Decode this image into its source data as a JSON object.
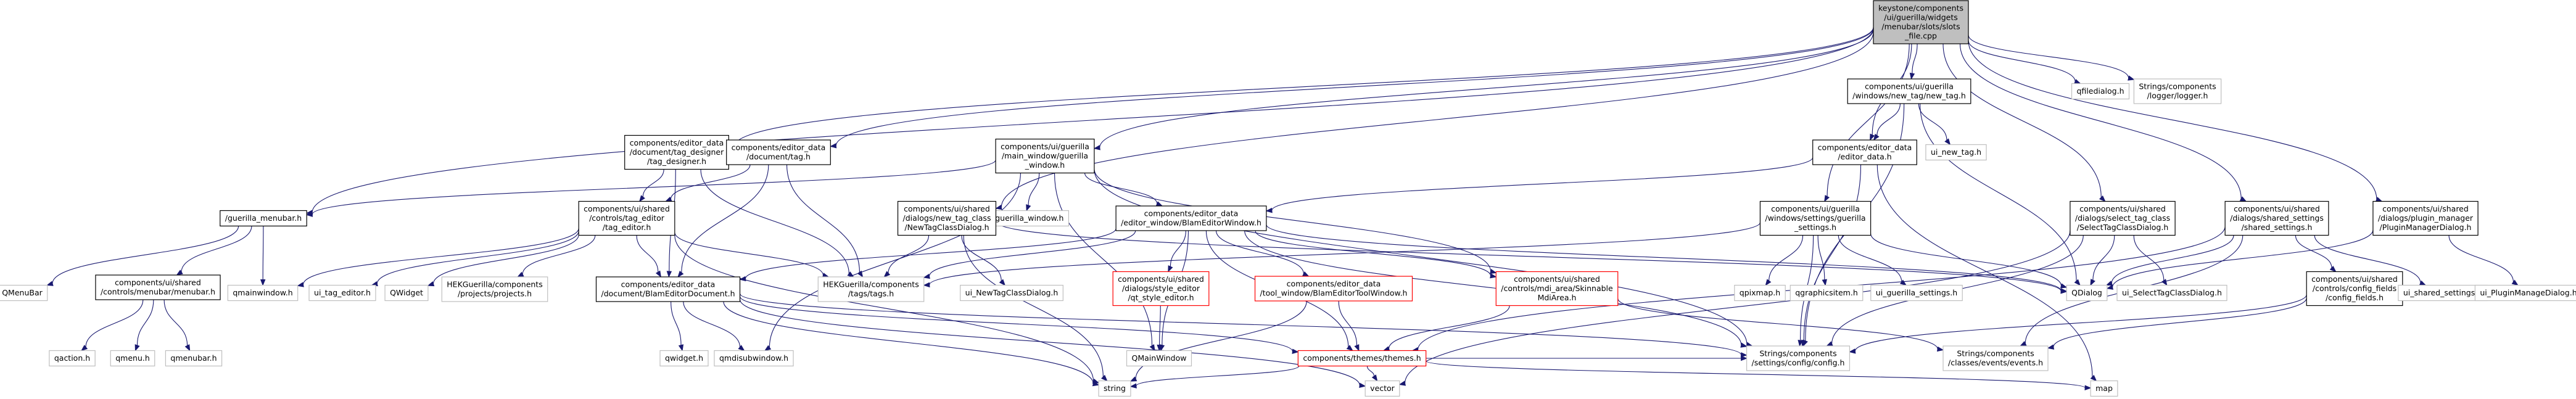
{
  "graph": {
    "colors": {
      "edge": "#191970",
      "root_fill": "#bfbfbf",
      "root_border": "#000000",
      "documented_border": "#000000",
      "undocumented_border": "#bfbfbf",
      "missing_border": "#ff0000"
    },
    "nodes": [
      {
        "id": "root",
        "style": "root",
        "lines": [
          "keystone/components",
          "/ui/guerilla/widgets",
          "/menubar/slots/slots",
          "_file.cpp"
        ]
      },
      {
        "id": "new_tag_h",
        "style": "doc",
        "lines": [
          "components/ui/guerilla",
          "/windows/new_tag/new_tag.h"
        ]
      },
      {
        "id": "qfiledialog",
        "style": "plain",
        "lines": [
          "qfiledialog.h"
        ]
      },
      {
        "id": "logger",
        "style": "plain",
        "lines": [
          "Strings/components",
          "/logger/logger.h"
        ]
      },
      {
        "id": "tag_designer",
        "style": "doc",
        "lines": [
          "components/editor_data",
          "/document/tag_designer",
          "/tag_designer.h"
        ]
      },
      {
        "id": "doc_tag",
        "style": "doc",
        "lines": [
          "components/editor_data",
          "/document/tag.h"
        ]
      },
      {
        "id": "main_window",
        "style": "doc",
        "lines": [
          "components/ui/guerilla",
          "/main_window/guerilla",
          "_window.h"
        ]
      },
      {
        "id": "editor_data_h",
        "style": "doc",
        "lines": [
          "components/editor_data",
          "/editor_data.h"
        ]
      },
      {
        "id": "ui_new_tag",
        "style": "plain",
        "lines": [
          "ui_new_tag.h"
        ]
      },
      {
        "id": "guerilla_menubar",
        "style": "doc",
        "lines": [
          "/guerilla_menubar.h"
        ]
      },
      {
        "id": "tag_editor",
        "style": "doc",
        "lines": [
          "components/ui/shared",
          "/controls/tag_editor",
          "/tag_editor.h"
        ]
      },
      {
        "id": "ui_guerilla_window",
        "style": "plain",
        "lines": [
          "ui_guerilla_window.h"
        ]
      },
      {
        "id": "new_tag_class",
        "style": "doc",
        "lines": [
          "components/ui/shared",
          "/dialogs/new_tag_class",
          "/NewTagClassDialog.h"
        ]
      },
      {
        "id": "bled_window",
        "style": "doc",
        "lines": [
          "components/editor_data",
          "/editor_window/BlamEditorWindow.h"
        ]
      },
      {
        "id": "guerilla_settings",
        "style": "doc",
        "lines": [
          "components/ui/guerilla",
          "/windows/settings/guerilla",
          "_settings.h"
        ]
      },
      {
        "id": "select_tag",
        "style": "doc",
        "lines": [
          "components/ui/shared",
          "/dialogs/select_tag_class",
          "/SelectTagClassDialog.h"
        ]
      },
      {
        "id": "shared_settings",
        "style": "doc",
        "lines": [
          "components/ui/shared",
          "/dialogs/shared_settings",
          "/shared_settings.h"
        ]
      },
      {
        "id": "plugin_manager",
        "style": "doc",
        "lines": [
          "components/ui/shared",
          "/dialogs/plugin_manager",
          "/PluginManagerDialog.h"
        ]
      },
      {
        "id": "qmenubar_lib",
        "style": "plain",
        "lines": [
          "QMenuBar"
        ]
      },
      {
        "id": "menubar_h",
        "style": "doc",
        "lines": [
          "components/ui/shared",
          "/controls/menubar/menubar.h"
        ]
      },
      {
        "id": "qmainwindow",
        "style": "plain",
        "lines": [
          "qmainwindow.h"
        ]
      },
      {
        "id": "ui_tag_editor",
        "style": "plain",
        "lines": [
          "ui_tag_editor.h"
        ]
      },
      {
        "id": "qwidget_lib",
        "style": "plain",
        "lines": [
          "QWidget"
        ]
      },
      {
        "id": "hek_projects",
        "style": "plain",
        "lines": [
          "HEKGuerilla/components",
          "/projects/projects.h"
        ]
      },
      {
        "id": "blam_doc",
        "style": "doc",
        "lines": [
          "components/editor_data",
          "/document/BlamEditorDocument.h"
        ]
      },
      {
        "id": "hek_tags",
        "style": "plain",
        "lines": [
          "HEKGuerilla/components",
          "/tags/tags.h"
        ]
      },
      {
        "id": "ui_newtagclass",
        "style": "plain",
        "lines": [
          "ui_NewTagClassDialog.h"
        ]
      },
      {
        "id": "style_editor",
        "style": "missing",
        "lines": [
          "components/ui/shared",
          "/dialogs/style_editor",
          "/qt_style_editor.h"
        ]
      },
      {
        "id": "tool_window",
        "style": "missing",
        "lines": [
          "components/editor_data",
          "/tool_window/BlamEditorToolWindow.h"
        ]
      },
      {
        "id": "mdi_area",
        "style": "missing",
        "lines": [
          "components/ui/shared",
          "/controls/mdi_area/Skinnable",
          "MdiArea.h"
        ]
      },
      {
        "id": "qpixmap",
        "style": "plain",
        "lines": [
          "qpixmap.h"
        ]
      },
      {
        "id": "qgraphicsitem",
        "style": "plain",
        "lines": [
          "qgraphicsitem.h"
        ]
      },
      {
        "id": "ui_guerilla_settings",
        "style": "plain",
        "lines": [
          "ui_guerilla_settings.h"
        ]
      },
      {
        "id": "qdialog",
        "style": "plain",
        "lines": [
          "QDialog"
        ]
      },
      {
        "id": "ui_selecttag",
        "style": "plain",
        "lines": [
          "ui_SelectTagClassDialog.h"
        ]
      },
      {
        "id": "config_fields",
        "style": "doc",
        "lines": [
          "components/ui/shared",
          "/controls/config_fields",
          "/config_fields.h"
        ]
      },
      {
        "id": "ui_shared_settings",
        "style": "plain",
        "lines": [
          "ui_shared_settings.h"
        ]
      },
      {
        "id": "ui_pluginmanager",
        "style": "plain",
        "lines": [
          "ui_PluginManageDialog.h"
        ]
      },
      {
        "id": "qaction",
        "style": "plain",
        "lines": [
          "qaction.h"
        ]
      },
      {
        "id": "qmenu",
        "style": "plain",
        "lines": [
          "qmenu.h"
        ]
      },
      {
        "id": "qmenubar_h",
        "style": "plain",
        "lines": [
          "qmenubar.h"
        ]
      },
      {
        "id": "qwidget_h",
        "style": "plain",
        "lines": [
          "qwidget.h"
        ]
      },
      {
        "id": "qmdisubwindow",
        "style": "plain",
        "lines": [
          "qmdisubwindow.h"
        ]
      },
      {
        "id": "themes",
        "style": "missing",
        "lines": [
          "components/themes/themes.h"
        ]
      },
      {
        "id": "qmainwindow_lib",
        "style": "plain",
        "lines": [
          "QMainWindow"
        ]
      },
      {
        "id": "config_h",
        "style": "plain",
        "lines": [
          "Strings/components",
          "/settings/config/config.h"
        ]
      },
      {
        "id": "events",
        "style": "plain",
        "lines": [
          "Strings/components",
          "/classes/events/events.h"
        ]
      },
      {
        "id": "string",
        "style": "plain",
        "lines": [
          "string"
        ]
      },
      {
        "id": "vector",
        "style": "plain",
        "lines": [
          "vector"
        ]
      },
      {
        "id": "map",
        "style": "plain",
        "lines": [
          "map"
        ]
      }
    ],
    "edges": [
      [
        "root",
        "new_tag_h"
      ],
      [
        "root",
        "qfiledialog"
      ],
      [
        "root",
        "logger"
      ],
      [
        "root",
        "tag_designer"
      ],
      [
        "root",
        "doc_tag"
      ],
      [
        "root",
        "main_window"
      ],
      [
        "root",
        "editor_data_h"
      ],
      [
        "root",
        "guerilla_menubar"
      ],
      [
        "root",
        "new_tag_class"
      ],
      [
        "root",
        "guerilla_settings"
      ],
      [
        "root",
        "select_tag"
      ],
      [
        "root",
        "shared_settings"
      ],
      [
        "root",
        "plugin_manager"
      ],
      [
        "new_tag_h",
        "editor_data_h"
      ],
      [
        "new_tag_h",
        "ui_new_tag"
      ],
      [
        "new_tag_h",
        "qdialog"
      ],
      [
        "new_tag_h",
        "config_h"
      ],
      [
        "tag_designer",
        "tag_editor"
      ],
      [
        "tag_designer",
        "blam_doc"
      ],
      [
        "tag_designer",
        "hek_tags"
      ],
      [
        "doc_tag",
        "blam_doc"
      ],
      [
        "doc_tag",
        "tag_editor"
      ],
      [
        "doc_tag",
        "hek_tags"
      ],
      [
        "main_window",
        "guerilla_menubar"
      ],
      [
        "main_window",
        "ui_guerilla_window"
      ],
      [
        "main_window",
        "bled_window"
      ],
      [
        "main_window",
        "mdi_area"
      ],
      [
        "main_window",
        "qmdisubwindow"
      ],
      [
        "main_window",
        "config_h"
      ],
      [
        "main_window",
        "qmainwindow_lib"
      ],
      [
        "editor_data_h",
        "bled_window"
      ],
      [
        "editor_data_h",
        "config_h"
      ],
      [
        "editor_data_h",
        "map"
      ],
      [
        "guerilla_menubar",
        "qmenubar_lib"
      ],
      [
        "guerilla_menubar",
        "menubar_h"
      ],
      [
        "guerilla_menubar",
        "qmainwindow"
      ],
      [
        "tag_editor",
        "qmainwindow"
      ],
      [
        "tag_editor",
        "ui_tag_editor"
      ],
      [
        "tag_editor",
        "qwidget_lib"
      ],
      [
        "tag_editor",
        "hek_projects"
      ],
      [
        "tag_editor",
        "blam_doc"
      ],
      [
        "tag_editor",
        "hek_tags"
      ],
      [
        "tag_editor",
        "string"
      ],
      [
        "new_tag_class",
        "hek_tags"
      ],
      [
        "new_tag_class",
        "ui_newtagclass"
      ],
      [
        "new_tag_class",
        "qdialog"
      ],
      [
        "new_tag_class",
        "string"
      ],
      [
        "bled_window",
        "blam_doc"
      ],
      [
        "bled_window",
        "hek_tags"
      ],
      [
        "bled_window",
        "style_editor"
      ],
      [
        "bled_window",
        "tool_window"
      ],
      [
        "bled_window",
        "mdi_area"
      ],
      [
        "bled_window",
        "themes"
      ],
      [
        "bled_window",
        "qmainwindow_lib"
      ],
      [
        "bled_window",
        "qdialog"
      ],
      [
        "bled_window",
        "config_h"
      ],
      [
        "guerilla_settings",
        "hek_tags"
      ],
      [
        "guerilla_settings",
        "qpixmap"
      ],
      [
        "guerilla_settings",
        "qgraphicsitem"
      ],
      [
        "guerilla_settings",
        "ui_guerilla_settings"
      ],
      [
        "guerilla_settings",
        "qdialog"
      ],
      [
        "guerilla_settings",
        "config_h"
      ],
      [
        "select_tag",
        "qdialog"
      ],
      [
        "select_tag",
        "ui_selecttag"
      ],
      [
        "select_tag",
        "config_h"
      ],
      [
        "select_tag",
        "vector"
      ],
      [
        "shared_settings",
        "qdialog"
      ],
      [
        "shared_settings",
        "config_fields"
      ],
      [
        "shared_settings",
        "ui_shared_settings"
      ],
      [
        "shared_settings",
        "themes"
      ],
      [
        "shared_settings",
        "events"
      ],
      [
        "plugin_manager",
        "qdialog"
      ],
      [
        "plugin_manager",
        "ui_pluginmanager"
      ],
      [
        "menubar_h",
        "qaction"
      ],
      [
        "menubar_h",
        "qmenu"
      ],
      [
        "menubar_h",
        "qmenubar_h"
      ],
      [
        "blam_doc",
        "qwidget_h"
      ],
      [
        "blam_doc",
        "qmdisubwindow"
      ],
      [
        "blam_doc",
        "themes"
      ],
      [
        "blam_doc",
        "config_h"
      ],
      [
        "blam_doc",
        "string"
      ],
      [
        "blam_doc",
        "vector"
      ],
      [
        "style_editor",
        "qmainwindow_lib"
      ],
      [
        "tool_window",
        "themes"
      ],
      [
        "tool_window",
        "string"
      ],
      [
        "mdi_area",
        "themes"
      ],
      [
        "mdi_area",
        "events"
      ],
      [
        "config_fields",
        "config_h"
      ],
      [
        "config_fields",
        "events"
      ],
      [
        "themes",
        "string"
      ],
      [
        "themes",
        "vector"
      ],
      [
        "themes",
        "map"
      ],
      [
        "themes",
        "config_h"
      ]
    ]
  }
}
